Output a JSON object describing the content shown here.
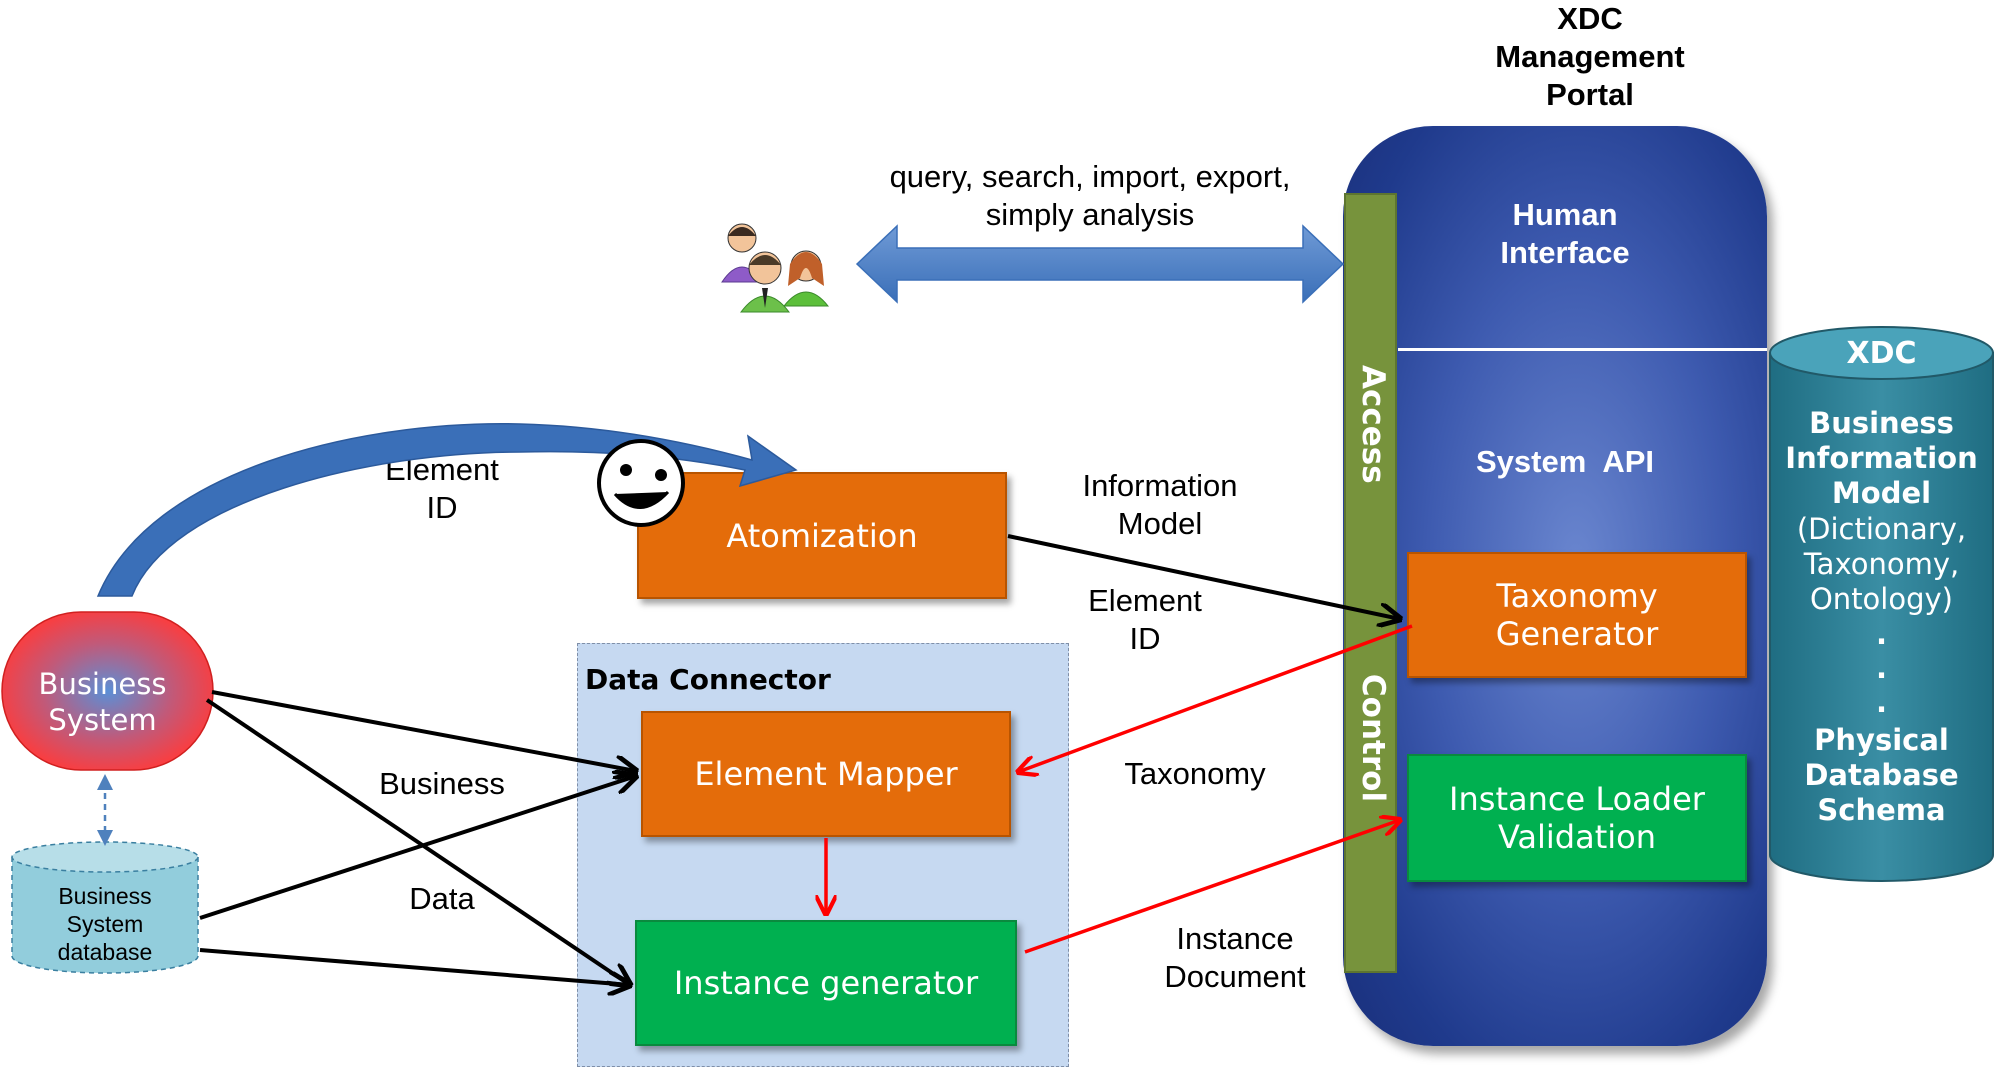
{
  "portal": {
    "title_lines": [
      "XDC",
      "Management",
      "Portal"
    ],
    "human_interface": [
      "Human",
      "Interface"
    ],
    "system_api": "System  API",
    "access": "Access",
    "control": "Control",
    "taxonomy_generator": [
      "Taxonomy",
      "Generator"
    ],
    "instance_loader": [
      "Instance Loader",
      "Validation"
    ]
  },
  "users": {
    "arrow_label": [
      "query, search, import, export,",
      "simply analysis"
    ]
  },
  "xdc_store": {
    "title": "XDC",
    "model_bold": [
      "Business",
      "Information",
      "Model"
    ],
    "model_detail": [
      "(Dictionary,",
      "Taxonomy,",
      "Ontology)"
    ],
    "dots": [
      ".",
      ".",
      "."
    ],
    "schema_bold": [
      "Physical",
      "Database",
      "Schema"
    ]
  },
  "business_system": {
    "label": [
      "Business",
      "System"
    ]
  },
  "business_db": {
    "label": [
      "Business",
      "System",
      "database"
    ]
  },
  "atomization": {
    "label": "Atomization",
    "element_id": [
      "Element",
      "ID"
    ]
  },
  "data_connector": {
    "title": "Data Connector",
    "element_mapper": "Element Mapper",
    "instance_generator": "Instance generator"
  },
  "edge_labels": {
    "information_model": [
      "Information",
      "Model"
    ],
    "element_id": [
      "Element",
      "ID"
    ],
    "taxonomy": "Taxonomy",
    "business": "Business",
    "data": "Data",
    "instance_document": [
      "Instance",
      "Document"
    ]
  },
  "colors": {
    "orange_box": "#e46c0a",
    "green_box": "#00b050",
    "portal_blue": "#2b48a0",
    "access_bar": "#77933c",
    "xdc_cylinder": "#31859c",
    "red_arrow": "#ff0000",
    "black_arrow": "#000000",
    "big_arrow": "#4f81bd"
  }
}
